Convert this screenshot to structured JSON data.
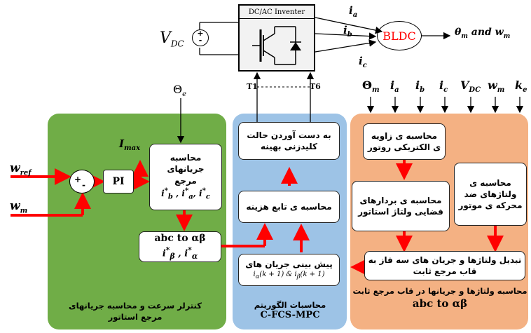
{
  "inverter": {
    "title": "DC/AC Inventer"
  },
  "dc_source": {
    "label": "V",
    "sub": "DC"
  },
  "motor": {
    "label": "BLDC",
    "output": "θm and wm"
  },
  "phase_currents": [
    "ia",
    "ib",
    "ic"
  ],
  "switch_signals": {
    "first": "T1",
    "last": "T6"
  },
  "top_theta": "Θe",
  "inputs_right": [
    "Θm",
    "ia",
    "ib",
    "ic",
    "VDC",
    "wm",
    "ke"
  ],
  "left_panel": {
    "inputs": {
      "w_ref": "wref",
      "w_m": "wm"
    },
    "sum_plus": "+",
    "sum_minus": "-",
    "pi": "PI",
    "imax": "Imax",
    "ref_box_title": "محاسبه جریانهای مرجع",
    "ref_box_vars": "i*b , i*a, i*c",
    "abc_box_title": "abc to αβ",
    "abc_box_vars": "i*β , i*α",
    "caption": "کنترلر سرعت و محاسبه جریانهای مرجع استاتور"
  },
  "middle_panel": {
    "switching_box": "به دست آوردن حالت کلیدزنی بهینه",
    "cost_box": "محاسبه ی تابع هزینه",
    "predict_box_title": "پیش بینی جریان های",
    "predict_box_vars": "iα(k + 1) & iβ(k + 1)",
    "caption_line1": "محاسبات الگوریتم",
    "caption_line2": "C-FCS-MPC"
  },
  "right_panel": {
    "angle_box": "محاسبه ی زاویه ی الکتریکی روتور",
    "vector_box": "محاسبه ی بردارهای فضایی ولتاژ استاتور",
    "emf_box": "محاسبه ی ولتاژهای ضد محرکه ی موتور",
    "transform_box": "تبدیل ولتاژها و جریان های سه فاز به قاب مرجع ثابت",
    "caption_line1": "محاسبه ولتاژها و جریانها در قاب مرجع ثابت",
    "caption_line2": "abc to αβ"
  },
  "colors": {
    "green_panel": "#70ad47",
    "blue_panel": "#9dc3e6",
    "orange_panel": "#f4b183",
    "arrow_red": "#ff0000",
    "motor_text": "#ff0000"
  }
}
